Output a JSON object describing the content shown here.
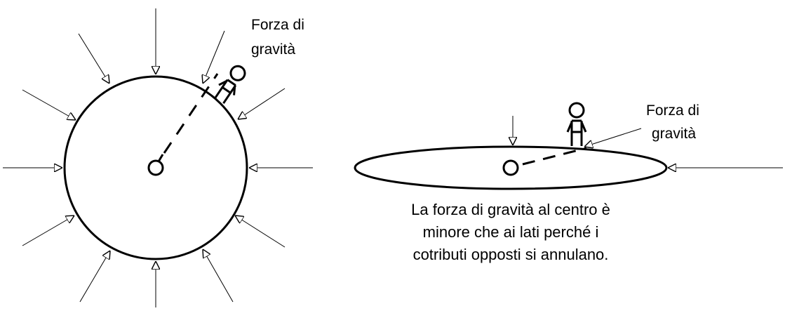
{
  "sphere_label": {
    "line1": "Forza di",
    "line2": "gravità"
  },
  "disk_label": {
    "line1": "Forza di",
    "line2": "gravità"
  },
  "caption": {
    "line1": "La forza di gravità al centro è",
    "line2": "minore che ai lati perché i",
    "line3": "cotributi opposti si annulano."
  },
  "colors": {
    "stroke": "#000000",
    "background": "#ffffff"
  },
  "icons": {
    "arrowhead": "hollow-triangle-arrowhead",
    "center": "small-circle-center-mark",
    "person": "stick-figure-person"
  }
}
